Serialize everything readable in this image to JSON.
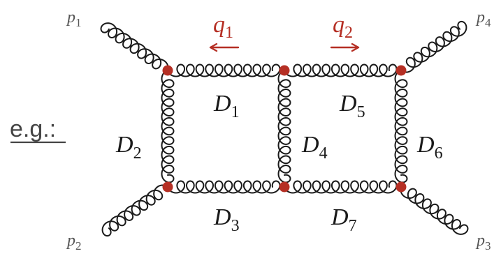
{
  "example_label": "e.g.:",
  "momenta": {
    "p1": {
      "base": "p",
      "sub": "1"
    },
    "p2": {
      "base": "p",
      "sub": "2"
    },
    "p3": {
      "base": "p",
      "sub": "3"
    },
    "p4": {
      "base": "p",
      "sub": "4"
    }
  },
  "loop_momenta": {
    "q1": {
      "base": "q",
      "sub": "1",
      "arrow": "left"
    },
    "q2": {
      "base": "q",
      "sub": "2",
      "arrow": "right"
    }
  },
  "propagators": {
    "D1": {
      "base": "D",
      "sub": "1"
    },
    "D2": {
      "base": "D",
      "sub": "2"
    },
    "D3": {
      "base": "D",
      "sub": "3"
    },
    "D4": {
      "base": "D",
      "sub": "4"
    },
    "D5": {
      "base": "D",
      "sub": "5"
    },
    "D6": {
      "base": "D",
      "sub": "6"
    },
    "D7": {
      "base": "D",
      "sub": "7"
    }
  },
  "colors": {
    "line": "#1a1a1a",
    "vertex": "#b52f24",
    "accent": "#b52f24",
    "momentum_label": "#555555",
    "example_label": "#444444"
  }
}
